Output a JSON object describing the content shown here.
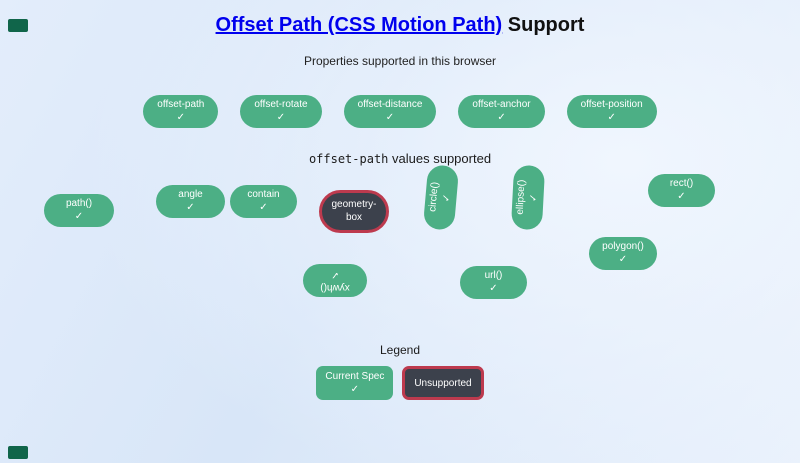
{
  "header": {
    "title_link": "Offset Path (CSS Motion Path)",
    "title_suffix": " Support",
    "subtitle": "Properties supported in this browser"
  },
  "values_heading": {
    "code": "offset-path",
    "rest": " values supported"
  },
  "check_glyph": "✓",
  "properties": [
    {
      "label": "offset-path",
      "status": "supported"
    },
    {
      "label": "offset-rotate",
      "status": "supported"
    },
    {
      "label": "offset-distance",
      "status": "supported"
    },
    {
      "label": "offset-anchor",
      "status": "supported"
    },
    {
      "label": "offset-position",
      "status": "supported"
    }
  ],
  "values": [
    {
      "label": "path()",
      "status": "supported"
    },
    {
      "label": "angle",
      "status": "supported"
    },
    {
      "label": "contain",
      "status": "supported"
    },
    {
      "label": "geometry-box",
      "status": "unsupported"
    },
    {
      "label": "circle()",
      "status": "supported"
    },
    {
      "label": "ellipse()",
      "status": "supported"
    },
    {
      "label": "rect()",
      "status": "supported"
    },
    {
      "label": "polygon()",
      "status": "supported"
    },
    {
      "label": "xywh()",
      "status": "supported"
    },
    {
      "label": "url()",
      "status": "supported"
    }
  ],
  "legend": {
    "title": "Legend",
    "items": [
      {
        "label": "Current Spec",
        "status": "supported"
      },
      {
        "label": "Unsupported",
        "status": "unsupported"
      }
    ]
  },
  "colors": {
    "supported_green": "#4caf85",
    "unsupported_fill": "#3c414c",
    "unsupported_border": "#bd3a4e",
    "link_blue": "#0000ee",
    "marker_green": "#10654a"
  }
}
